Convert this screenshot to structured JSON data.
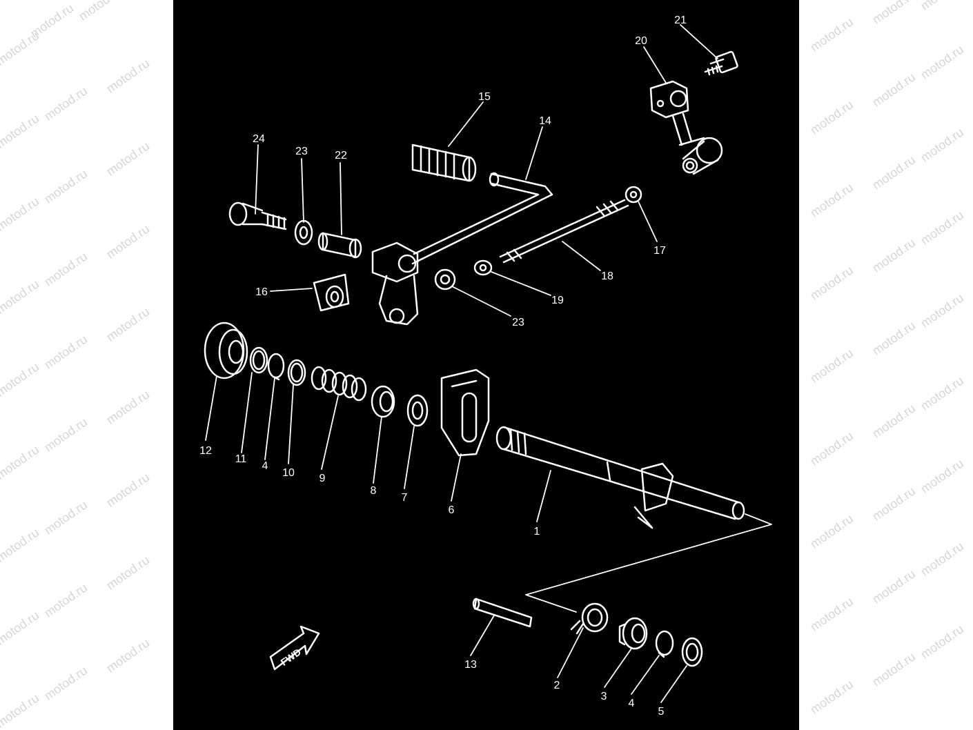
{
  "watermark": "motod.ru",
  "fwd_label": "FWD",
  "callouts": {
    "c1": "1",
    "c2": "2",
    "c3": "3",
    "c4a": "4",
    "c4b": "4",
    "c5": "5",
    "c6": "6",
    "c7": "7",
    "c8": "8",
    "c9": "9",
    "c10": "10",
    "c11": "11",
    "c12": "12",
    "c13": "13",
    "c14": "14",
    "c15": "15",
    "c16": "16",
    "c17": "17",
    "c18": "18",
    "c19": "19",
    "c20": "20",
    "c21": "21",
    "c22": "22",
    "c23a": "23",
    "c23b": "23",
    "c24": "24"
  },
  "colors": {
    "background": "#000000",
    "lines": "#ffffff",
    "page": "#ffffff",
    "watermark": "#d6d6d6"
  }
}
